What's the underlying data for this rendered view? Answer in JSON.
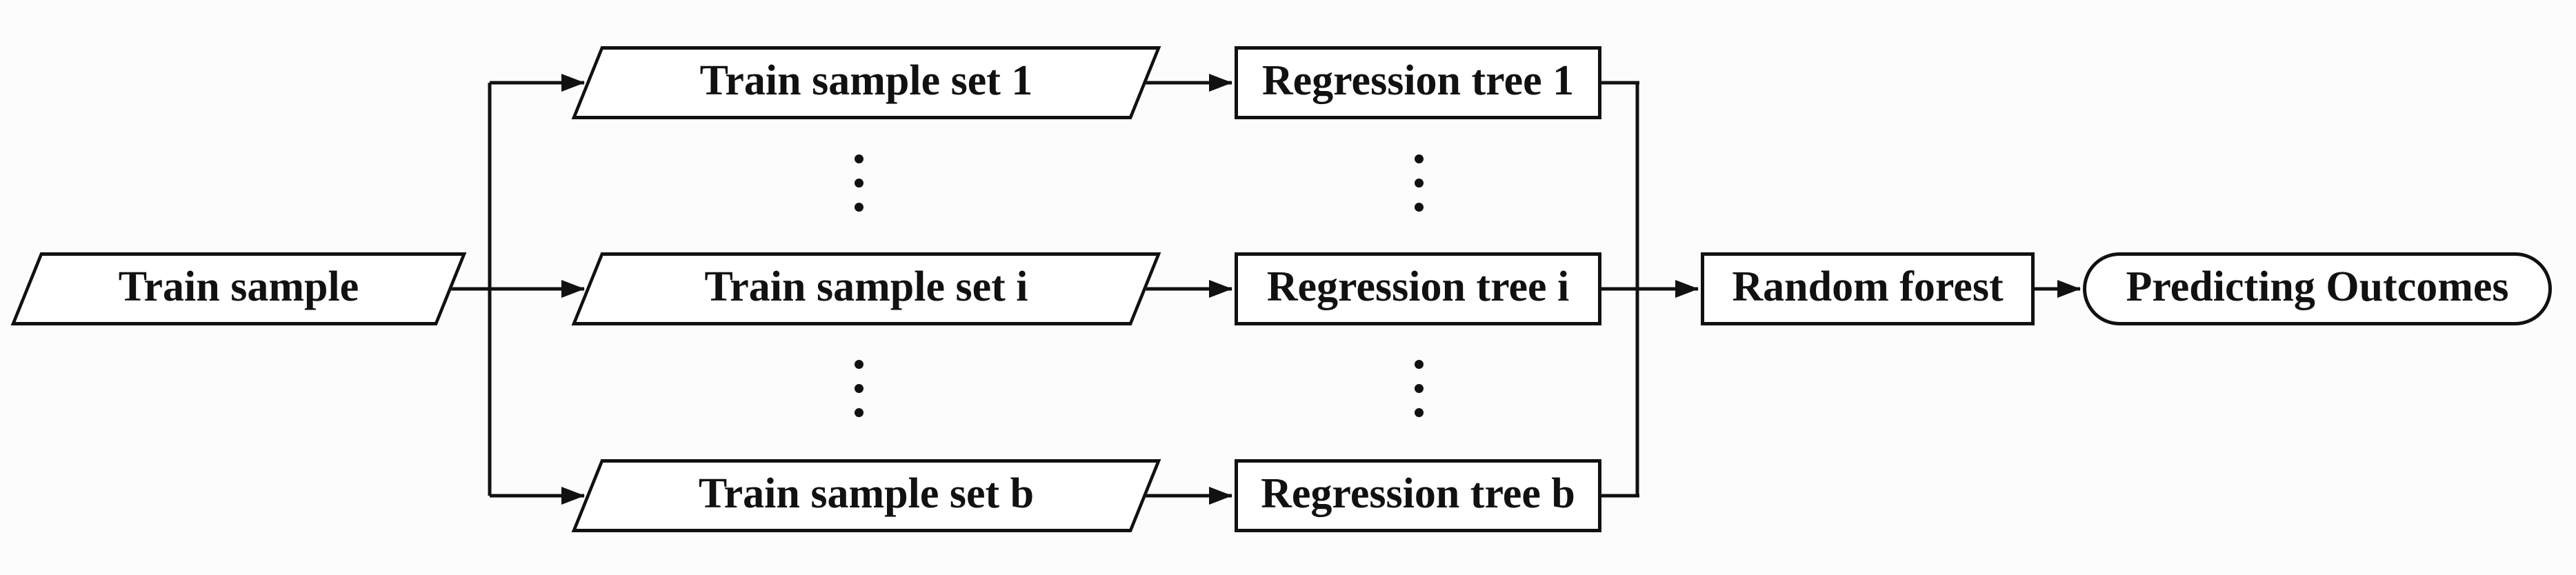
{
  "diagram": {
    "nodes": {
      "train_sample": {
        "label": "Train sample",
        "shape": "parallelogram"
      },
      "train_set_1": {
        "label": "Train sample set 1",
        "shape": "parallelogram"
      },
      "train_set_i": {
        "label": "Train sample set i",
        "shape": "parallelogram"
      },
      "train_set_b": {
        "label": "Train sample set b",
        "shape": "parallelogram"
      },
      "tree_1": {
        "label": "Regression tree 1",
        "shape": "rectangle"
      },
      "tree_i": {
        "label": "Regression tree i",
        "shape": "rectangle"
      },
      "tree_b": {
        "label": "Regression tree b",
        "shape": "rectangle"
      },
      "random_forest": {
        "label": "Random forest",
        "shape": "rectangle"
      },
      "predicting_outcomes": {
        "label": "Predicting Outcomes",
        "shape": "stadium"
      }
    },
    "edges": [
      {
        "from": "Train sample",
        "to": "Train sample set 1"
      },
      {
        "from": "Train sample",
        "to": "Train sample set i"
      },
      {
        "from": "Train sample",
        "to": "Train sample set b"
      },
      {
        "from": "Train sample set 1",
        "to": "Regression tree 1"
      },
      {
        "from": "Train sample set i",
        "to": "Regression tree i"
      },
      {
        "from": "Train sample set b",
        "to": "Regression tree b"
      },
      {
        "from": "Regression tree 1",
        "to": "Random forest"
      },
      {
        "from": "Regression tree i",
        "to": "Random forest"
      },
      {
        "from": "Regression tree b",
        "to": "Random forest"
      },
      {
        "from": "Random forest",
        "to": "Predicting Outcomes"
      }
    ],
    "colors": {
      "stroke": "#111111",
      "fill": "#ffffff",
      "text": "#111111",
      "background": "#fcfcfc"
    }
  }
}
